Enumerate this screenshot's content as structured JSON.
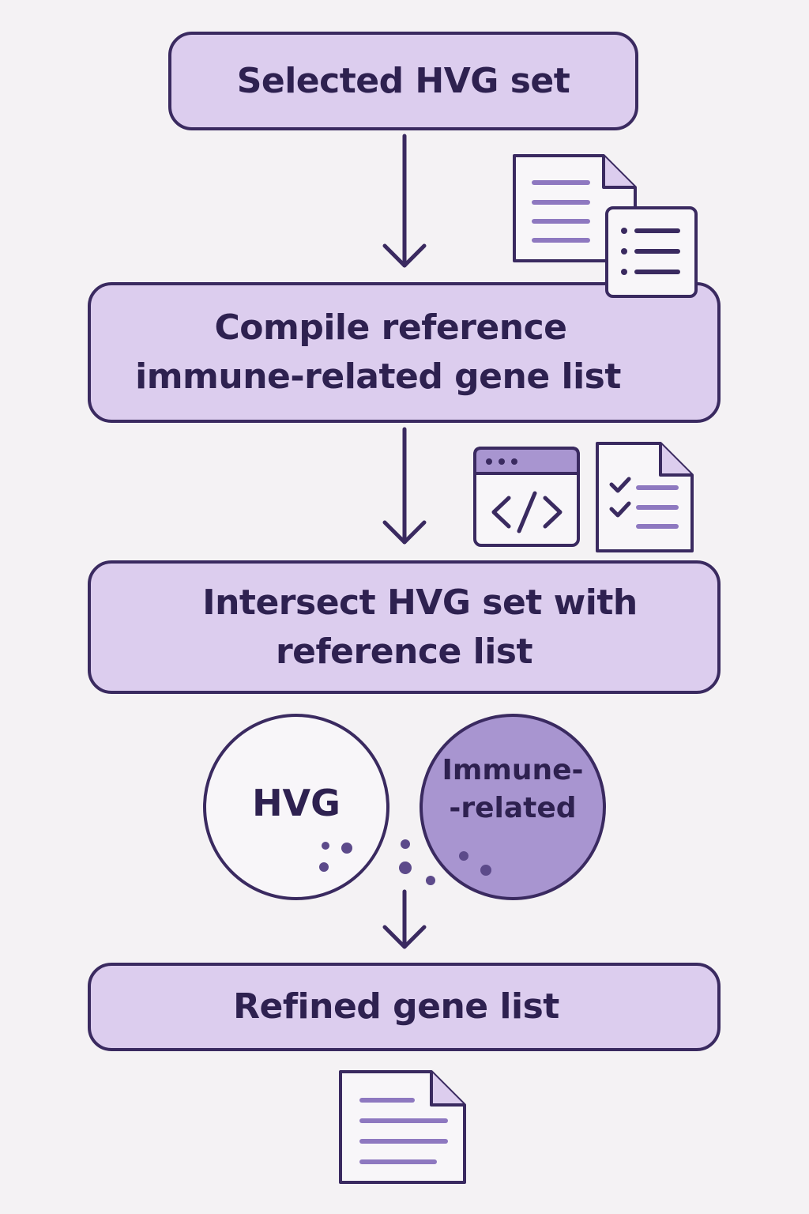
{
  "steps": [
    {
      "lines": [
        "Selected HVG set"
      ]
    },
    {
      "lines": [
        "Compile reference",
        "immune-related gene list"
      ]
    },
    {
      "lines": [
        "Intersect HVG set with",
        "reference list"
      ]
    },
    {
      "lines": [
        "Refined gene list"
      ]
    }
  ],
  "sets": {
    "hvg_label": "HVG",
    "immune_label_line1": "Immune-",
    "immune_label_line2": "-related"
  },
  "icons": [
    "documents-icon",
    "list-icon",
    "code-window-icon",
    "checklist-icon",
    "document-icon"
  ],
  "colors": {
    "box_fill": "#dccdee",
    "outline": "#3a2a60",
    "text": "#2e2150",
    "accent": "#8e78c0",
    "immune_fill": "#a895d0",
    "background": "#f4f2f4"
  }
}
